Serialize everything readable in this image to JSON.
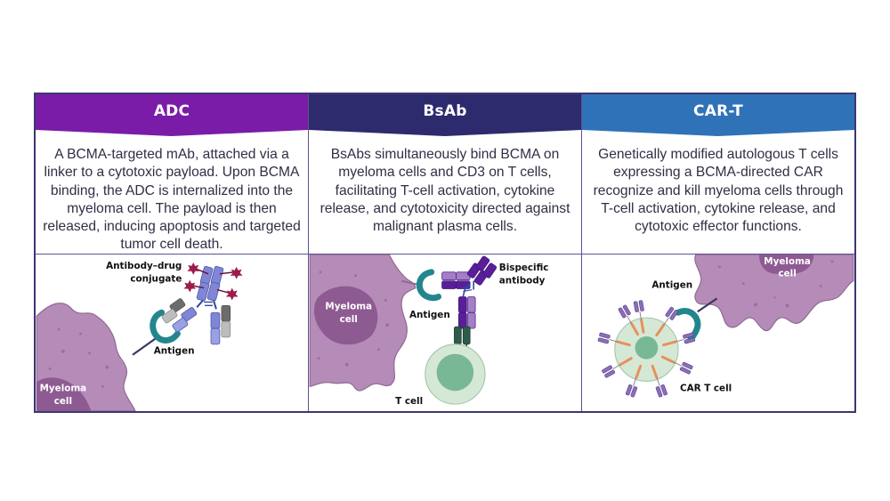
{
  "colors": {
    "adc_header": "#7a1ca8",
    "bsab_header": "#2e2a6e",
    "cart_header": "#2f72b8",
    "border": "#3d3770",
    "myeloma_cell": "#b58bb8",
    "myeloma_nucleus": "#8e5a92",
    "antigen": "#23868e",
    "t_cell": "#d5e8d6",
    "t_cell_nucleus": "#79b894"
  },
  "columns": [
    {
      "title": "ADC",
      "description": "A BCMA-targeted mAb, attached via a linker to a cytotoxic payload. Upon BCMA binding, the ADC is internalized into the myeloma cell. The payload is then released, inducing apoptosis and targeted tumor cell death.",
      "labels": {
        "antibody_line1": "Antibody–drug",
        "antibody_line2": "conjugate",
        "antigen": "Antigen",
        "cell_line1": "Myeloma",
        "cell_line2": "cell"
      }
    },
    {
      "title": "BsAb",
      "description": "BsAbs simultaneously bind BCMA on myeloma cells and CD3 on T cells, facilitating T-cell activation, cytokine release, and cytotoxicity directed against malignant plasma cells.",
      "labels": {
        "antibody_line1": "Bispecific",
        "antibody_line2": "antibody",
        "antigen": "Antigen",
        "cell_line1": "Myeloma",
        "cell_line2": "cell",
        "t_cell": "T cell"
      }
    },
    {
      "title": "CAR-T",
      "description": "Genetically modified autologous T cells expressing a BCMA-directed CAR recognize and kill myeloma cells through T-cell activation, cytokine release, and cytotoxic effector functions.",
      "labels": {
        "antigen": "Antigen",
        "cell_line1": "Myeloma",
        "cell_line2": "cell",
        "car_t_cell": "CAR T cell"
      }
    }
  ]
}
